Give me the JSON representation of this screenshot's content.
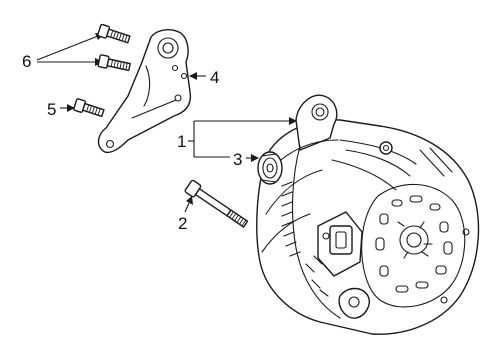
{
  "callouts": [
    {
      "id": "1",
      "text": "1"
    },
    {
      "id": "2",
      "text": "2"
    },
    {
      "id": "3",
      "text": "3"
    },
    {
      "id": "4",
      "text": "4"
    },
    {
      "id": "5",
      "text": "5"
    },
    {
      "id": "6",
      "text": "6"
    }
  ],
  "parts": {
    "1": "alternator-assembly",
    "2": "alternator-long-bolt",
    "3": "alternator-pulley",
    "4": "alternator-bracket",
    "5": "bracket-bolt",
    "6": "bracket-mounting-bolts"
  }
}
